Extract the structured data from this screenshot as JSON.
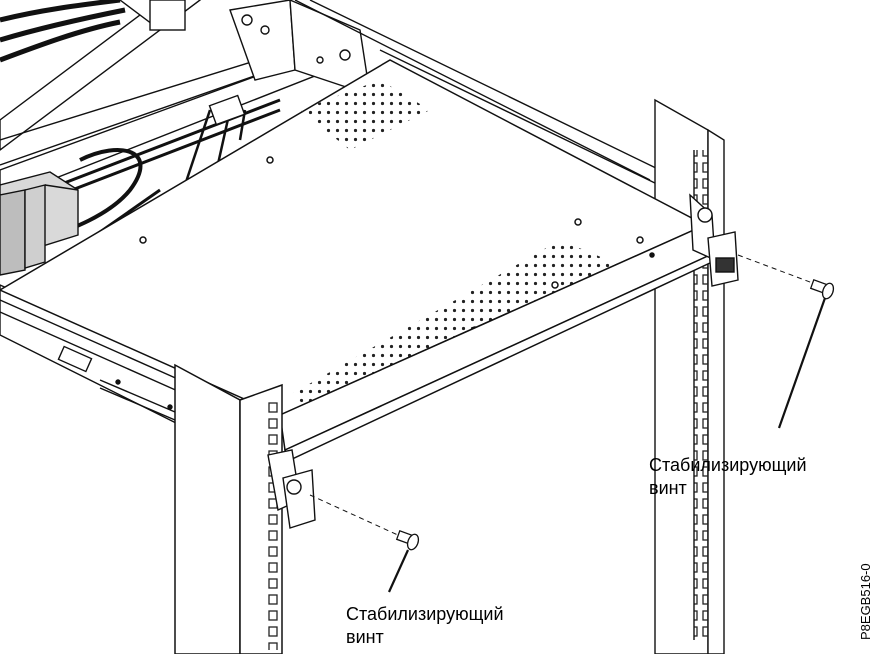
{
  "callouts": {
    "right": {
      "line1": "Стабилизирующий",
      "line2": "винт"
    },
    "left": {
      "line1": "Стабилизирующий",
      "line2": "винт"
    }
  },
  "figure_id": "P8EGB516-0"
}
